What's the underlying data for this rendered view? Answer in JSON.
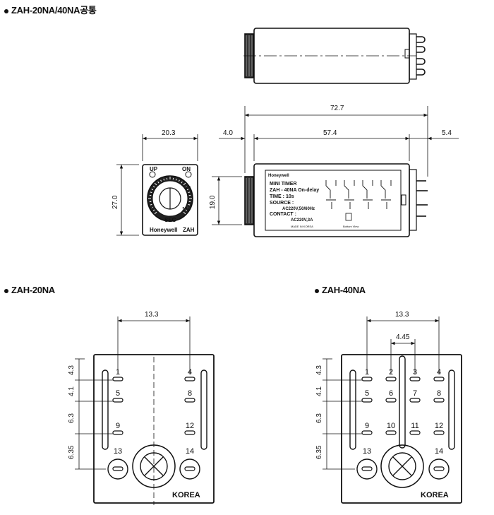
{
  "titles": {
    "common": "ZAH-20NA/40NA공통",
    "zah20": "ZAH-20NA",
    "zah40": "ZAH-40NA"
  },
  "front_view": {
    "dim_width": "20.3",
    "dim_height": "27.0",
    "label_up": "UP",
    "label_on": "ON",
    "label_sec": "SEC",
    "label_brand": "Honeywell",
    "label_model": "ZAH",
    "dial_zero": "0",
    "dial_max": "1.0",
    "dial_mid": "0.5"
  },
  "side_view": {
    "dim_total": "72.7",
    "dim_knob": "4.0",
    "dim_body": "57.4",
    "dim_pins": "5.4",
    "dim_height": "19.0",
    "label_brand": "Honeywell",
    "label_line1": "MINI TIMER",
    "label_line2": "ZAH - 40NA   On-delay",
    "label_line3": "TIME : 10s",
    "label_line4": "SOURCE :",
    "label_line5": "AC220V,50/60Hz",
    "label_line6": "CONTACT :",
    "label_line7": "AC220V,3A",
    "label_line8": "MADE IN KOREA",
    "label_bottom": "Bottom View"
  },
  "zah20": {
    "dim_width": "13.3",
    "dim_rows": [
      "4.3",
      "4.1",
      "6.3",
      "6.35"
    ],
    "pins": [
      "1",
      "4",
      "5",
      "8",
      "9",
      "12",
      "13",
      "14"
    ],
    "korea": "KOREA"
  },
  "zah40": {
    "dim_width": "13.3",
    "dim_inner": "4.45",
    "dim_rows": [
      "4.3",
      "4.1",
      "6.3",
      "6.35"
    ],
    "pins": [
      "1",
      "2",
      "3",
      "4",
      "5",
      "6",
      "7",
      "8",
      "9",
      "10",
      "11",
      "12",
      "13",
      "14"
    ],
    "korea": "KOREA"
  }
}
